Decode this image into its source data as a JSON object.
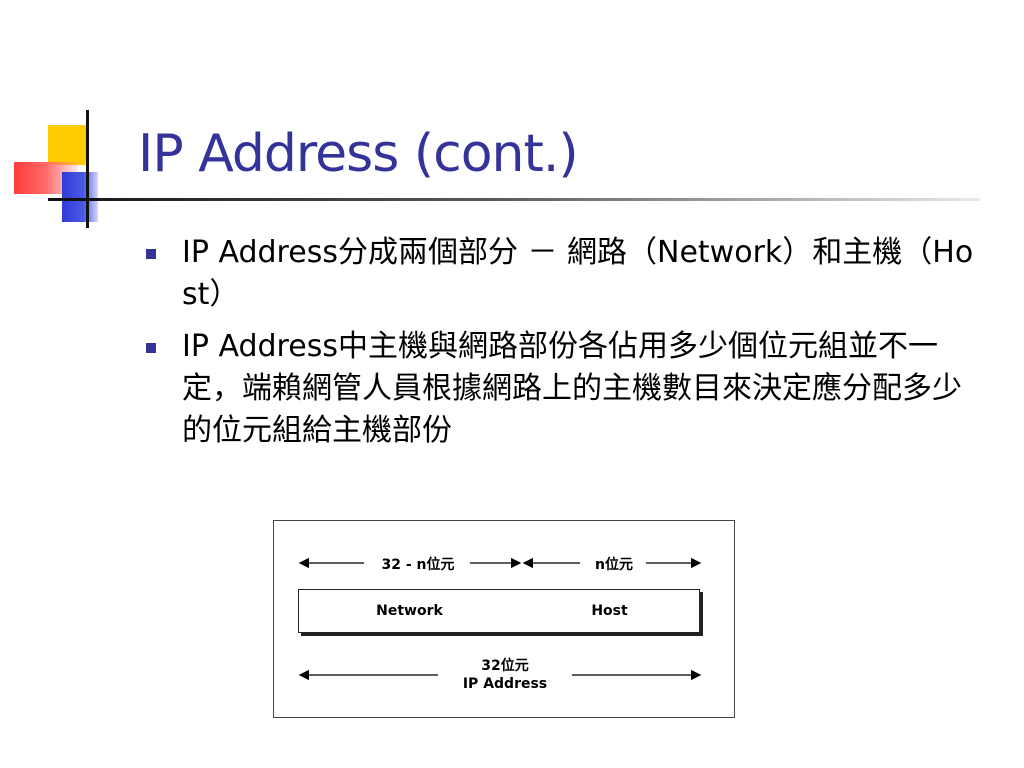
{
  "slide": {
    "title": "IP Address (cont.)",
    "bullets": [
      "IP Address分成兩個部分 － 網路（Network）和主機（Host）",
      "IP Address中主機與網路部份各佔用多少個位元組並不一定，端賴網管人員根據網路上的主機數目來決定應分配多少的位元組給主機部份"
    ]
  },
  "diagram": {
    "network_bits_label": "32 - n位元",
    "host_bits_label": "n位元",
    "network_box_label": "Network",
    "host_box_label": "Host",
    "total_bits_label": "32位元",
    "total_name_label": "IP Address"
  },
  "colors": {
    "title": "#333399",
    "bullet": "#333399",
    "logo_yellow": "#ffcc00",
    "logo_red": "#ff3b3b",
    "logo_blue": "#2f3bd6"
  }
}
